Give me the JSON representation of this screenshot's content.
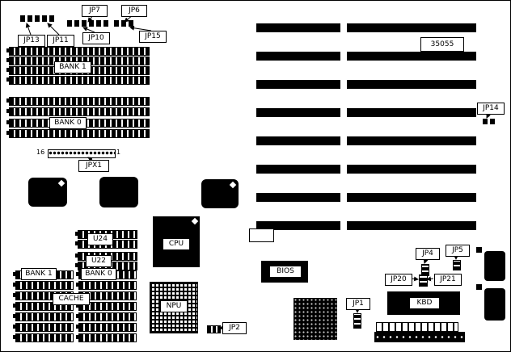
{
  "diagram": {
    "jumper_labels": {
      "jp7": "JP7",
      "jp6": "JP6",
      "jp13": "JP13",
      "jp11": "JP11",
      "jp10": "JP10",
      "jp15": "JP15",
      "jpx1": "JPX1",
      "jp14": "JP14",
      "jp1": "JP1",
      "jp2": "JP2",
      "jp4": "JP4",
      "jp5": "JP5",
      "jp20": "JP20",
      "jp21": "JP21"
    },
    "component_labels": {
      "simm_bank1": "BANK 1",
      "simm_bank0": "BANK 0",
      "chipset": "35055",
      "u24": "U24",
      "u22": "U22",
      "cpu": "CPU",
      "bios": "BIOS",
      "cache_bank1": "BANK 1",
      "cache_bank0": "BANK 0",
      "cache": "CACHE",
      "npu": "NPU",
      "kbd": "KBD"
    },
    "pin_markers": {
      "pin16": "16",
      "pin1": "1"
    }
  }
}
